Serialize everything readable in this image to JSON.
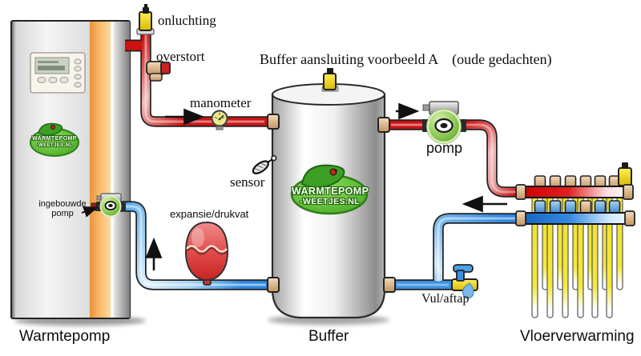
{
  "diagram": {
    "title": "Buffer aansluiting voorbeeld A    (oude gedachten)",
    "labels": {
      "onluchting": "onluchting",
      "overstort": "overstort",
      "manometer": "manometer",
      "sensor": "sensor",
      "expansievat": "expansie/drukvat",
      "ingebouwde_pomp": "ingebouwde pomp",
      "pomp": "pomp",
      "vul_aftap": "Vul/aftap",
      "warmtepomp": "Warmtepomp",
      "buffer": "Buffer",
      "vloerverwarming": "Vloerverwarming"
    },
    "logo": {
      "line1": "WARMTEPOMP",
      "line2": "-WEETJES.NL"
    },
    "colors": {
      "hot_pipe": "#cc1111",
      "cold_pipe": "#3a8fe0",
      "floor_tube_yellow": "#f2e232",
      "valve_yellow": "#ffe838",
      "pump_green": "#7cc242",
      "heatpump_stripe_orange": "#f5a84e",
      "logo_green": "#55b52e",
      "coupler_tan": "#d9b38c"
    }
  }
}
